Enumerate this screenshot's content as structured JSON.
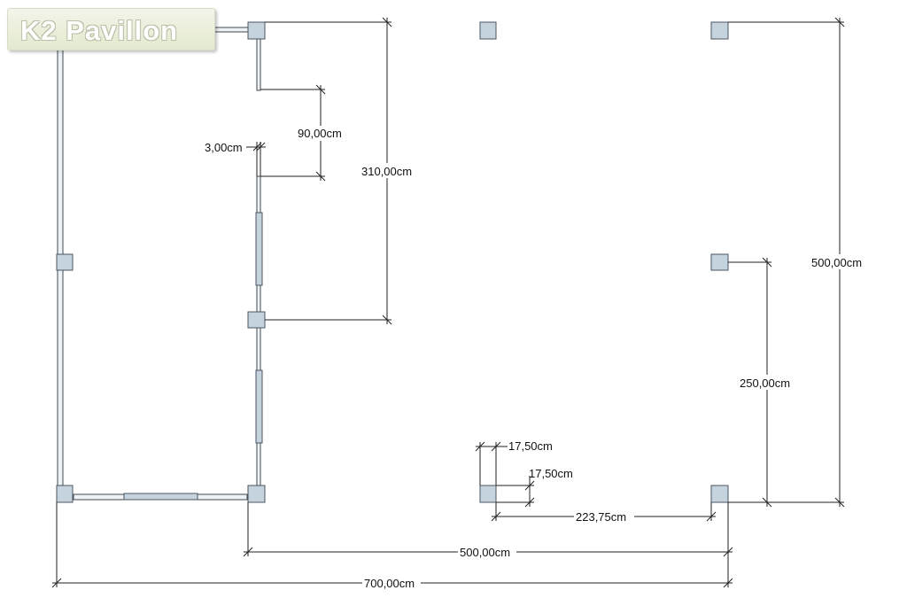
{
  "logo": {
    "text": "K2 Pavillon"
  },
  "dimensions": {
    "total_width": "700,00cm",
    "right_width": "500,00cm",
    "left_height": "310,00cm",
    "door_gap": "90,00cm",
    "wall_thickness": "3,00cm",
    "right_height": "500,00cm",
    "half_height": "250,00cm",
    "post_size_a": "17,50cm",
    "post_size_b": "17,50cm",
    "post_spacing": "223,75cm"
  },
  "colors": {
    "post_fill": "#c5d3de",
    "post_stroke": "#4b5660",
    "line": "#222222"
  }
}
